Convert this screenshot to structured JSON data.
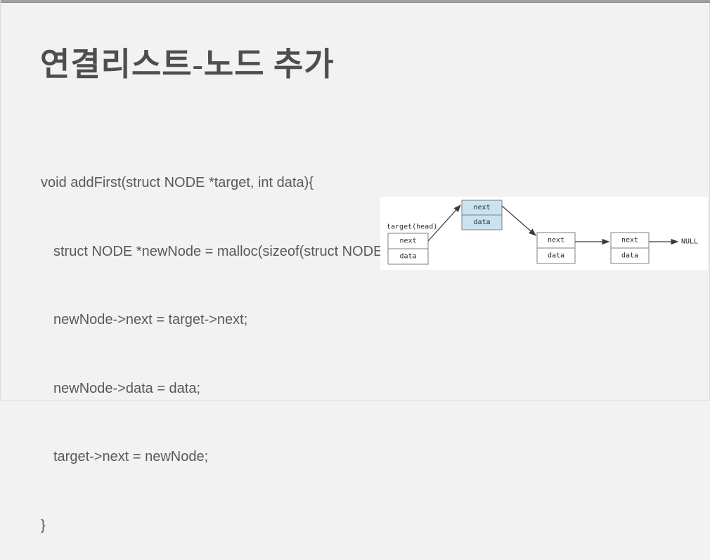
{
  "slide": {
    "title": "연결리스트-노드 추가"
  },
  "code": {
    "lines": [
      "void addFirst(struct NODE *target, int data){",
      "struct NODE *newNode = malloc(sizeof(struct NODE));",
      "newNode->next = target->next;",
      "newNode->data = data;",
      "target->next = newNode;",
      "}"
    ]
  },
  "diagram": {
    "pointer_label": "target(head)",
    "null_label": "NULL",
    "nodes": [
      {
        "name": "target-node",
        "top": "next",
        "bottom": "data",
        "highlighted": false
      },
      {
        "name": "new-node",
        "top": "next",
        "bottom": "data",
        "highlighted": true
      },
      {
        "name": "third-node",
        "top": "next",
        "bottom": "data",
        "highlighted": false
      },
      {
        "name": "fourth-node",
        "top": "next",
        "bottom": "data",
        "highlighted": false
      }
    ]
  },
  "colors": {
    "background": "#f2f2f2",
    "top_bar": "#a0a0a0",
    "top_bar_edge": "#8a8a8a",
    "title_color": "#4e4e4e",
    "code_color": "#595959",
    "panel_bg": "#ffffff",
    "node_border": "#7f7f7f",
    "node_fill": "#ffffff",
    "highlight_fill": "#c9e3f1",
    "diagram_text": "#2b2b2b",
    "arrow_color": "#3a3a3a"
  }
}
